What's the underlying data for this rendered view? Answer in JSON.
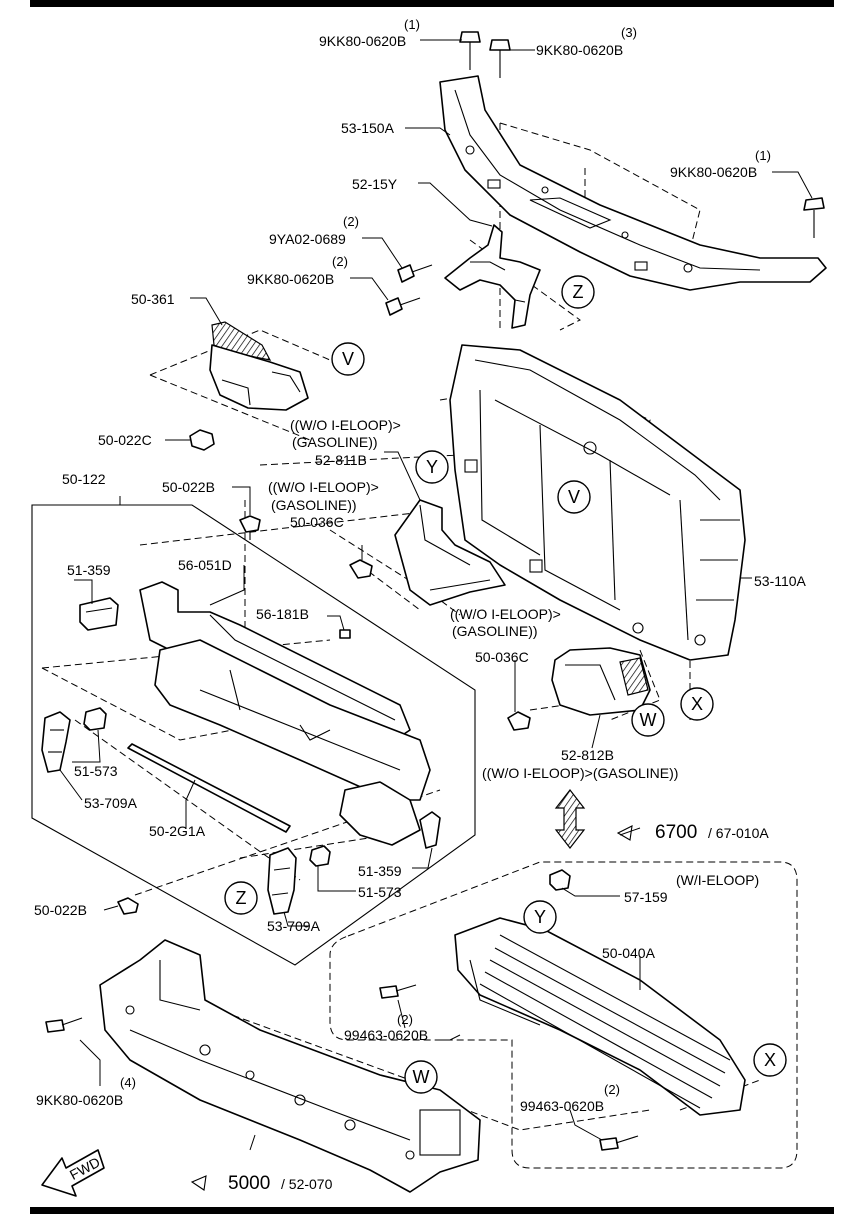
{
  "labels": {
    "bolt_top_left_qty": "(1)",
    "bolt_top_left": "9KK80-0620B",
    "bolt_top_mid_qty": "(3)",
    "bolt_top_mid": "9KK80-0620B",
    "bolt_top_right_qty": "(1)",
    "bolt_top_right": "9KK80-0620B",
    "upper_member": "53-150A",
    "bracket_52_15y": "52-15Y",
    "bolt_9ya02_qty": "(2)",
    "bolt_9ya02": "9YA02-0689",
    "bolt_mid_qty": "(2)",
    "bolt_mid": "9KK80-0620B",
    "duct_50_361": "50-361",
    "clip_50_022c": "50-022C",
    "note_52_811b_a": "((W/O I-ELOOP)>",
    "note_52_811b_b": "(GASOLINE))",
    "deflector_52_811b": "52-811B",
    "label_50_022b_top": "50-022B",
    "note_50_036c_a": "((W/O I-ELOOP)>",
    "note_50_036c_b": "(GASOLINE))",
    "clip_50_036c": "50-036C",
    "bumper_group": "50-122",
    "part_51_359_left": "51-359",
    "part_56_051d": "56-051D",
    "part_56_181b": "56-181B",
    "radiator_support": "53-110A",
    "note_lower_a": "((W/O I-ELOOP)>",
    "note_lower_b": "(GASOLINE))",
    "clip_50_036c_lower": "50-036C",
    "part_51_573_left": "51-573",
    "part_53_709a_left": "53-709A",
    "deflector_52_812b": "52-812B",
    "note_52_812b": "((W/O I-ELOOP)>(GASOLINE))",
    "part_50_2g1a": "50-2G1A",
    "ref_6700": "6700",
    "ref_67_010a": "/ 67-010A",
    "part_51_359_right": "51-359",
    "wi_eloop": "(W/I-ELOOP)",
    "part_57_159": "57-159",
    "label_50_022b_bottom": "50-022B",
    "part_51_573_right": "51-573",
    "part_53_709a_right": "53-709A",
    "shutter_50_040a": "50-040A",
    "bolt_99463_a_qty": "(2)",
    "bolt_99463_a": "99463-0620B",
    "bolt_9kk80_low_qty": "(4)",
    "bolt_9kk80_low": "9KK80-0620B",
    "bolt_99463_b_qty": "(2)",
    "bolt_99463_b": "99463-0620B",
    "ref_5000": "5000",
    "ref_52_070": "/ 52-070",
    "fwd": "FWD"
  },
  "callouts": {
    "z": "Z",
    "v": "V",
    "y": "Y",
    "w": "W",
    "x": "X"
  }
}
